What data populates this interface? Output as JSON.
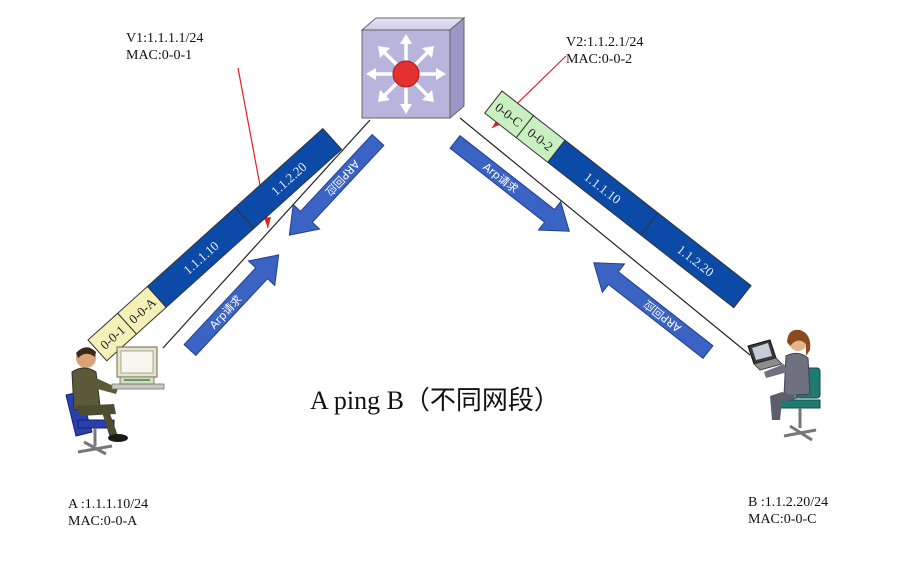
{
  "title": "A ping B（不同网段）",
  "gateway_v1": {
    "ip": "V1:1.1.1.1/24",
    "mac": "MAC:0-0-1"
  },
  "gateway_v2": {
    "ip": "V2:1.1.2.1/24",
    "mac": "MAC:0-0-2"
  },
  "host_a": {
    "ip": "A :1.1.1.10/24",
    "mac": "MAC:0-0-A"
  },
  "host_b": {
    "ip": "B :1.1.2.20/24",
    "mac": "MAC:0-0-C"
  },
  "frame_left": {
    "dst_mac": "0-0-1",
    "src_mac": "0-0-A",
    "src_ip": "1.1.1.10",
    "dst_ip": "1.1.2.20"
  },
  "frame_right": {
    "dst_mac": "0-0-C",
    "src_mac": "0-0-2",
    "src_ip": "1.1.1.10",
    "dst_ip": "1.1.2.20"
  },
  "arrows": {
    "left_up": "Arp请求",
    "left_down": "ARP回应",
    "right_down": "Arp请求",
    "right_up": "ARP回应"
  },
  "colors": {
    "packet_blue": "#0b4aa6",
    "mac_yellow": "#f4f0b8",
    "mac_green": "#c8f0c0",
    "arrow_blue": "#3b63c4",
    "pointer_red": "#e02020",
    "switch_face": "#b8b4dc",
    "switch_center": "#e53030"
  },
  "icons": [
    "l3-switch-icon",
    "person-desktop-icon",
    "person-laptop-icon"
  ]
}
